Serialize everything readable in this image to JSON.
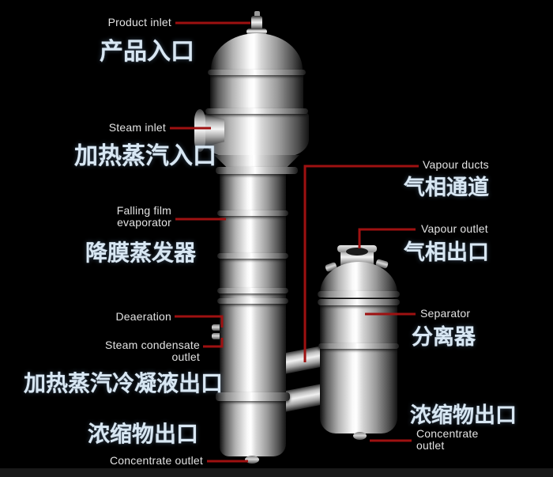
{
  "colors": {
    "background": "#000000",
    "label_text": "#e2e2e2",
    "chinese_text": "#d8e7f3",
    "leader_line": "#9e1111",
    "bottom_bar": "#191919"
  },
  "labels": {
    "product_inlet": {
      "en": "Product inlet",
      "zh": "产品入口"
    },
    "steam_inlet": {
      "en": "Steam inlet",
      "zh": "加热蒸汽入口"
    },
    "falling_film_evaporator": {
      "en_line1": "Falling film",
      "en_line2": "evaporator",
      "zh": "降膜蒸发器"
    },
    "vapour_ducts": {
      "en": "Vapour ducts",
      "zh": "气相通道"
    },
    "vapour_outlet": {
      "en": "Vapour outlet",
      "zh": "气相出口"
    },
    "separator": {
      "en": "Separator",
      "zh": "分离器"
    },
    "deaeration": {
      "en": "Deaeration"
    },
    "steam_condensate_outlet": {
      "en_line1": "Steam condensate",
      "en_line2": "outlet",
      "zh": "加热蒸汽冷凝液出口"
    },
    "concentrate_outlet_left": {
      "en": "Concentrate outlet",
      "zh": "浓缩物出口"
    },
    "concentrate_outlet_right": {
      "en_line1": "Concentrate",
      "en_line2": "outlet",
      "zh": "浓缩物出口"
    }
  }
}
